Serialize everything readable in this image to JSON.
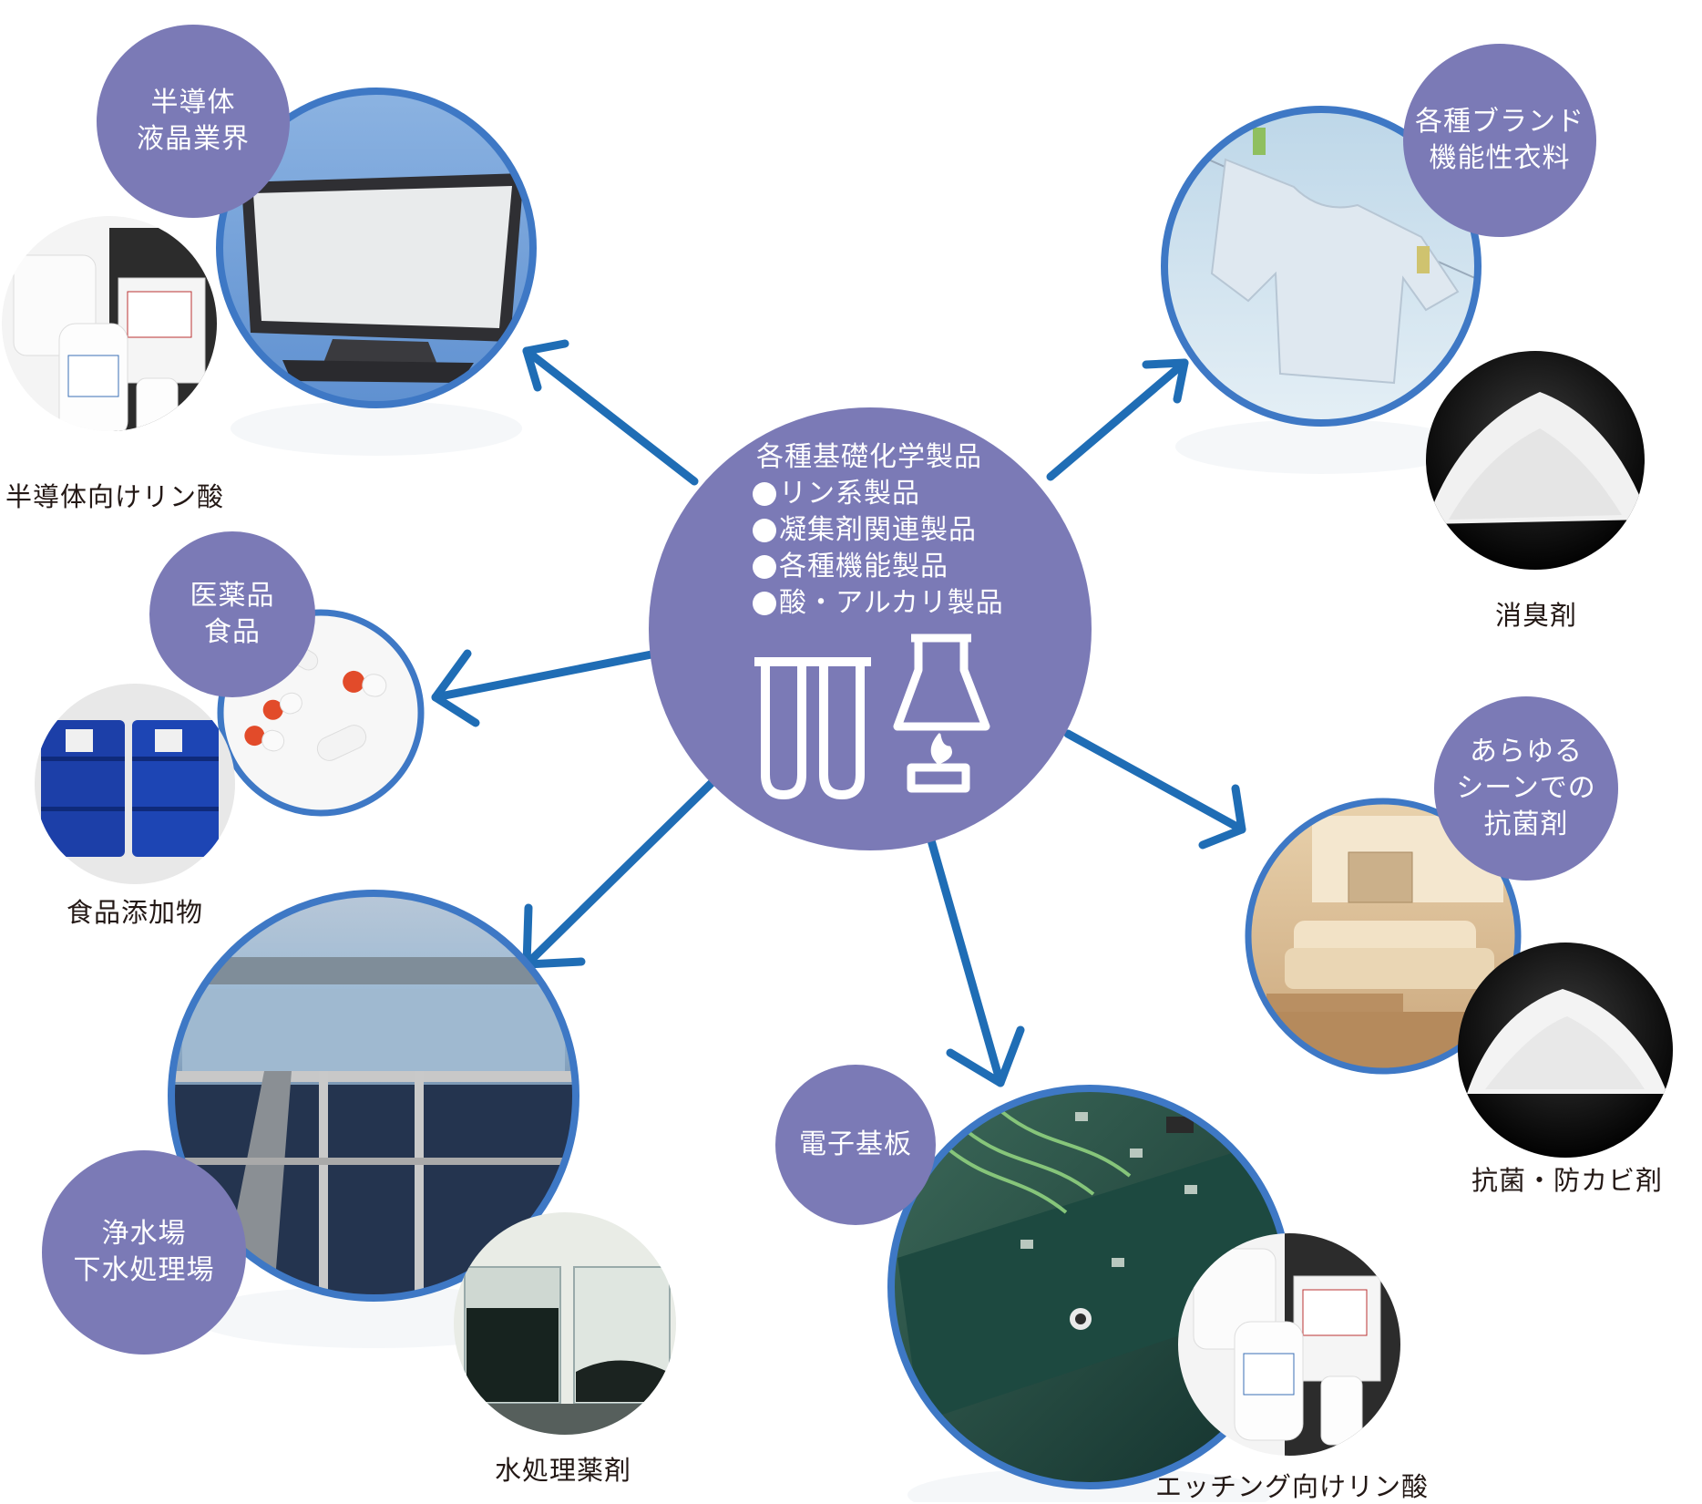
{
  "colors": {
    "arrow": "#1f6db5",
    "ring": "#3e78c5",
    "bubble": "#7b7ab6",
    "hub": "#7b7ab6"
  },
  "hub": {
    "title": "各種基礎化学製品",
    "items": [
      "リン系製品",
      "凝集剤関連製品",
      "各種機能製品",
      "酸・アルカリ製品"
    ],
    "icons": [
      "test-tube-icon",
      "test-tube-icon",
      "flask-burner-icon"
    ]
  },
  "sectors": [
    {
      "id": "semiconductor",
      "lines": [
        "半導体",
        "液晶業界"
      ],
      "image": "monitor",
      "product_label": "半導体向けリン酸",
      "product_image": "chemical-bottles"
    },
    {
      "id": "clothing",
      "lines": [
        "各種ブランド",
        "機能性衣料"
      ],
      "image": "shirt-on-line",
      "product_label": "消臭剤",
      "product_image": "white-powder"
    },
    {
      "id": "medical",
      "lines": [
        "医薬品",
        "食品"
      ],
      "image": "capsules",
      "product_label": "食品添加物",
      "product_image": "blue-drums"
    },
    {
      "id": "antibacterial",
      "lines": [
        "あらゆる",
        "シーンでの",
        "抗菌剤"
      ],
      "image": "living-room",
      "product_label": "抗菌・防カビ剤",
      "product_image": "white-granules"
    },
    {
      "id": "water",
      "lines": [
        "浄水場",
        "下水処理場"
      ],
      "image": "water-treatment-plant",
      "product_label": "水処理薬剤",
      "product_image": "sediment-jars"
    },
    {
      "id": "pcb",
      "lines": [
        "電子基板"
      ],
      "image": "circuit-board",
      "product_label": "エッチング向けリン酸",
      "product_image": "chemical-bottles"
    }
  ]
}
